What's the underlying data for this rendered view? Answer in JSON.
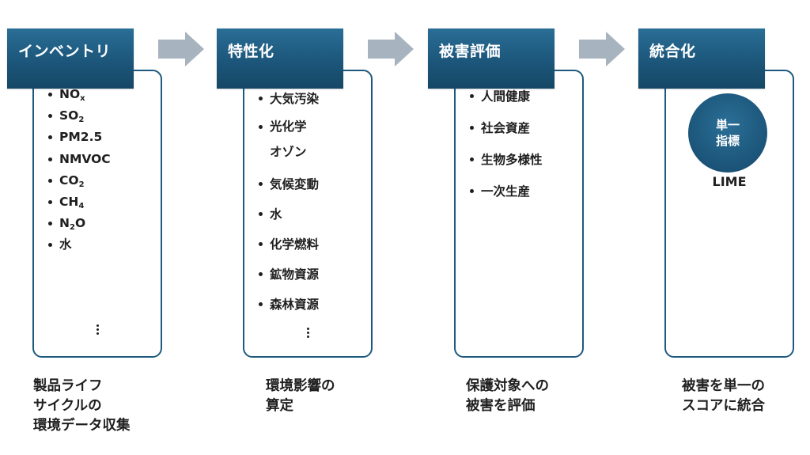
{
  "colors": {
    "header_bg": "#1b5478",
    "card_border": "#1e5a7e",
    "arrow": "#a7b3be"
  },
  "stages": [
    {
      "title": "インベントリ",
      "items": [
        "NOx",
        "SO2",
        "PM2.5",
        "NMVOC",
        "CO2",
        "CH4",
        "N2O",
        "水"
      ],
      "ellipsis": "⋮",
      "caption": [
        "製品ライフ",
        "サイクルの",
        "環境データ収集"
      ]
    },
    {
      "title": "特性化",
      "items": [
        "大気汚染",
        "光化学オゾン",
        "気候変動",
        "水",
        "化学燃料",
        "鉱物資源",
        "森林資源"
      ],
      "ellipsis": "⋮",
      "caption": [
        "環境影響の",
        "算定"
      ]
    },
    {
      "title": "被害評価",
      "items": [
        "人間健康",
        "社会資産",
        "生物多様性",
        "一次生産"
      ],
      "caption": [
        "保護対象への",
        "被害を評価"
      ]
    },
    {
      "title": "統合化",
      "badge": [
        "単一",
        "指標"
      ],
      "method": "LIME",
      "caption": [
        "被害を単一の",
        "スコアに統合"
      ]
    }
  ]
}
